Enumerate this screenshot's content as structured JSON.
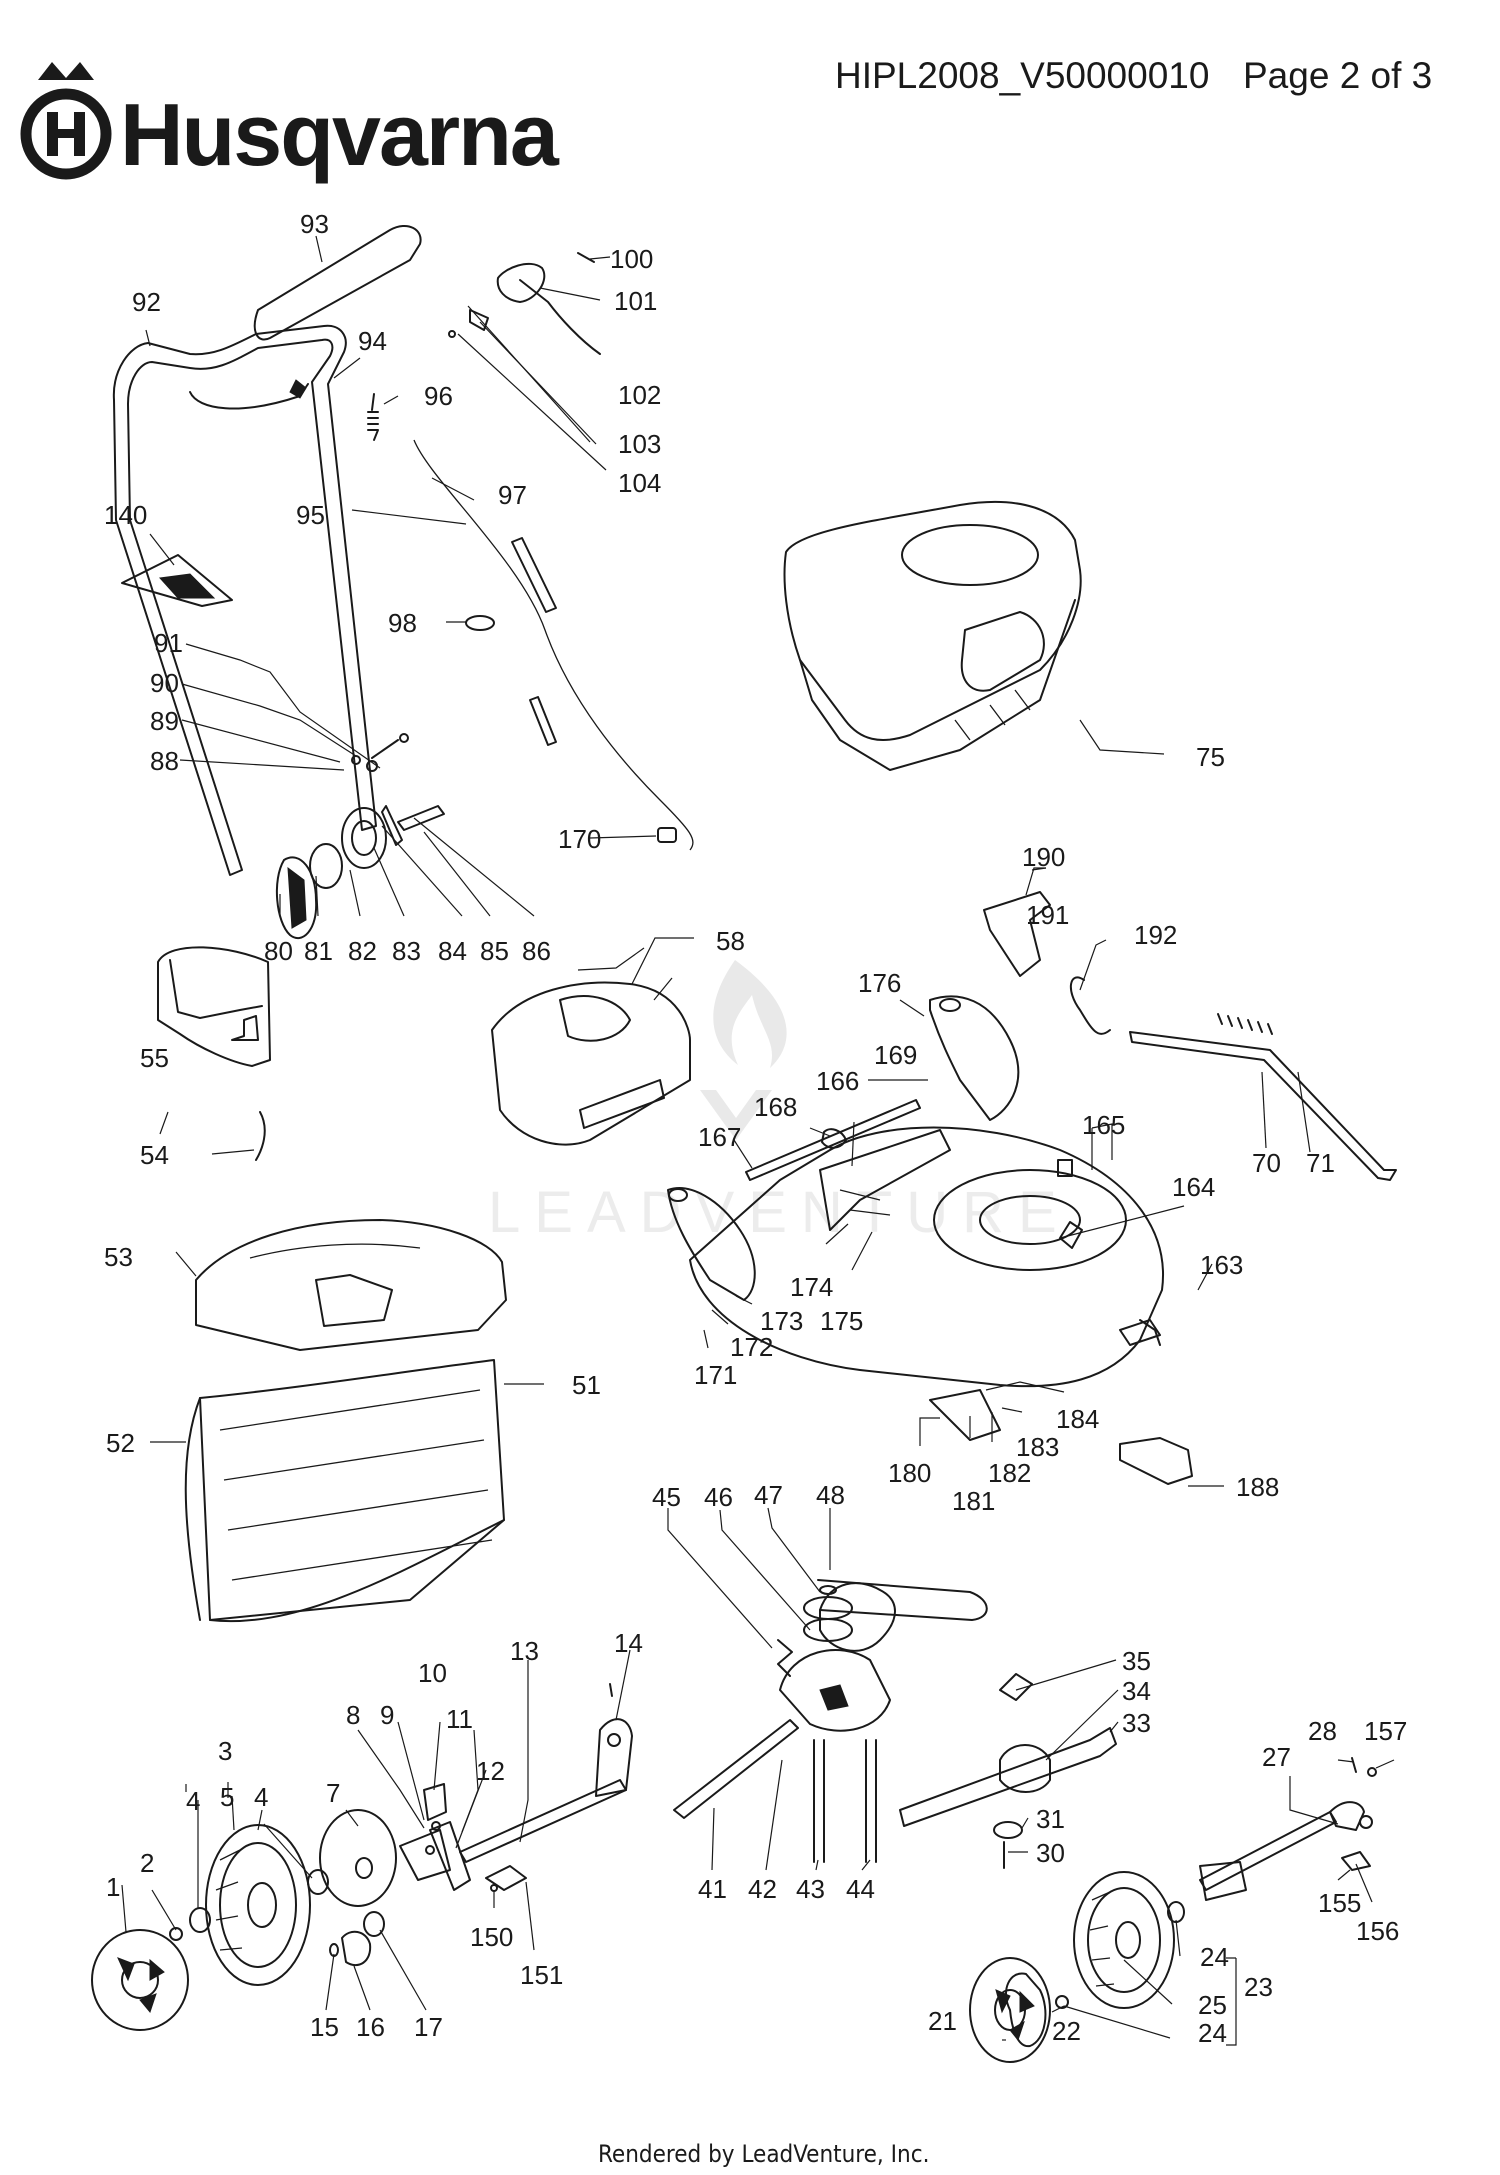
{
  "header": {
    "brand": "Husqvarna",
    "doc_id": "HIPL2008_V50000010",
    "page": "Page 2 of 3"
  },
  "watermark": "LEADVENTURE",
  "footer": "Rendered by LeadVenture, Inc.",
  "part_labels": {
    "p1": "1",
    "p2": "2",
    "p3": "3",
    "p4a": "4",
    "p4b": "4",
    "p5": "5",
    "p7": "7",
    "p8": "8",
    "p9": "9",
    "p10": "10",
    "p11": "11",
    "p12": "12",
    "p13": "13",
    "p14": "14",
    "p15": "15",
    "p16": "16",
    "p17": "17",
    "p21": "21",
    "p22": "22",
    "p23": "23",
    "p24a": "24",
    "p24b": "24",
    "p25": "25",
    "p27": "27",
    "p28": "28",
    "p30": "30",
    "p31": "31",
    "p33": "33",
    "p34": "34",
    "p35": "35",
    "p41": "41",
    "p42": "42",
    "p43": "43",
    "p44": "44",
    "p45": "45",
    "p46": "46",
    "p47": "47",
    "p48": "48",
    "p51": "51",
    "p52": "52",
    "p53": "53",
    "p54": "54",
    "p55": "55",
    "p58": "58",
    "p70": "70",
    "p71": "71",
    "p75": "75",
    "p80": "80",
    "p81": "81",
    "p82": "82",
    "p83": "83",
    "p84": "84",
    "p85": "85",
    "p86": "86",
    "p88": "88",
    "p89": "89",
    "p90": "90",
    "p91": "91",
    "p92": "92",
    "p93": "93",
    "p94": "94",
    "p95": "95",
    "p96": "96",
    "p97": "97",
    "p98": "98",
    "p100": "100",
    "p101": "101",
    "p102": "102",
    "p103": "103",
    "p104": "104",
    "p140": "140",
    "p150": "150",
    "p151": "151",
    "p155": "155",
    "p156": "156",
    "p157": "157",
    "p163": "163",
    "p164": "164",
    "p165": "165",
    "p166": "166",
    "p167": "167",
    "p168": "168",
    "p169": "169",
    "p170": "170",
    "p171": "171",
    "p172": "172",
    "p173": "173",
    "p174": "174",
    "p175": "175",
    "p176": "176",
    "p180": "180",
    "p181": "181",
    "p182": "182",
    "p183": "183",
    "p184": "184",
    "p188": "188",
    "p190": "190",
    "p191": "191",
    "p192": "192"
  }
}
